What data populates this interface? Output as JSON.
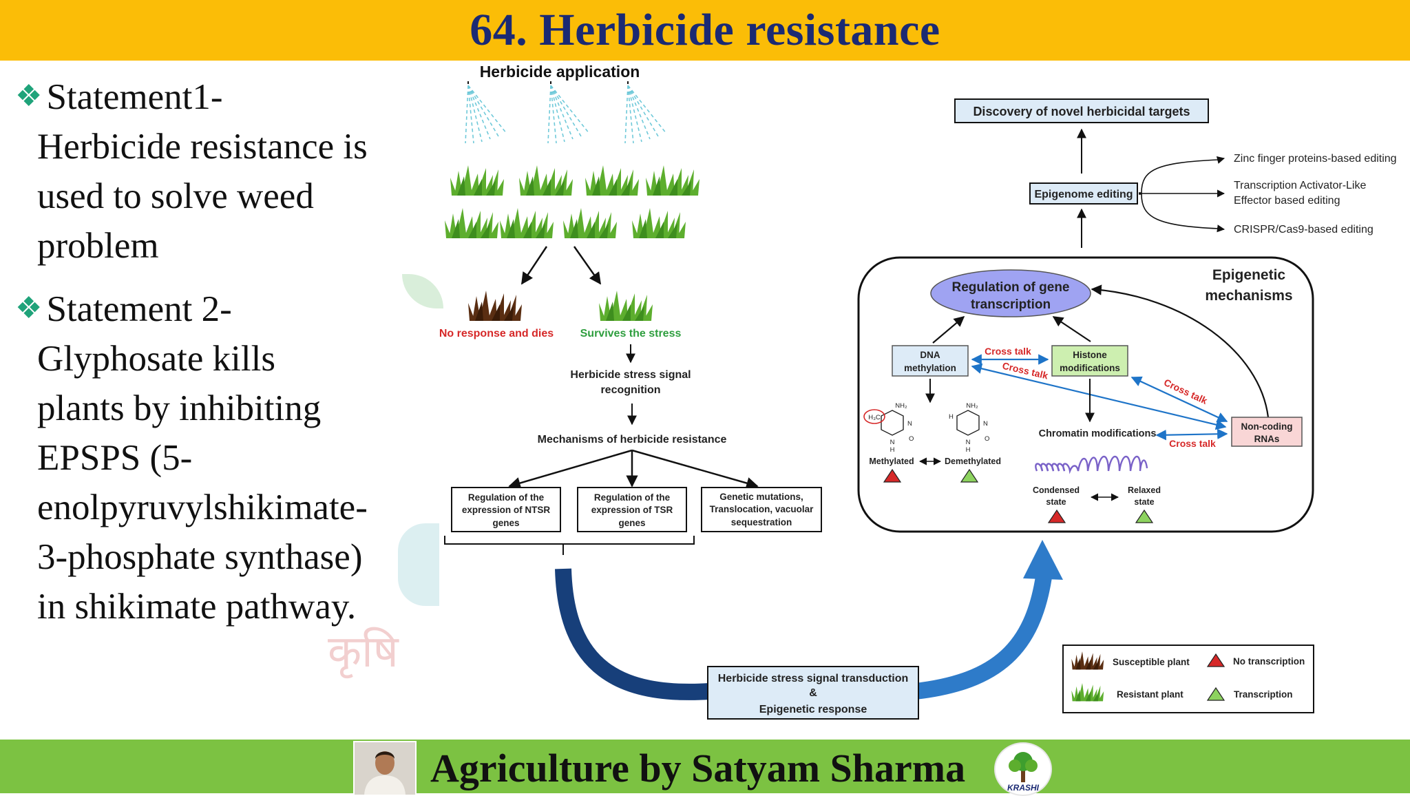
{
  "title": "64. Herbicide resistance",
  "statements": [
    {
      "lines": [
        "Statement1-",
        "Herbicide resistance is",
        "used to solve weed",
        "problem"
      ]
    },
    {
      "lines": [
        "Statement 2-",
        "Glyphosate kills",
        "plants by inhibiting",
        "EPSPS (5-",
        "enolpyruvylshikimate-",
        "3-phosphate synthase)",
        "in shikimate pathway."
      ]
    }
  ],
  "watermark": "कृषि",
  "footer": {
    "text": "Agriculture by Satyam Sharma",
    "logo_text": "KRASHI"
  },
  "diagram": {
    "herbicide_application": "Herbicide application",
    "no_response": "No response and dies",
    "survives": "Survives the stress",
    "signal_recognition": [
      "Herbicide stress signal",
      "recognition"
    ],
    "mechanisms": "Mechanisms of herbicide resistance",
    "box_ntsr": [
      "Regulation of the",
      "expression of NTSR",
      "genes"
    ],
    "box_tsr": [
      "Regulation of the",
      "expression of TSR",
      "genes"
    ],
    "box_genetic": [
      "Genetic mutations,",
      "Translocation, vacuolar",
      "sequestration"
    ],
    "transduction": [
      "Herbicide stress signal transduction",
      "&",
      "Epigenetic response"
    ],
    "discovery": "Discovery of novel herbicidal targets",
    "epigenome_editing": "Epigenome editing",
    "zinc_finger": "Zinc finger proteins-based editing",
    "talen": [
      "Transcription Activator-Like",
      "Effector based editing"
    ],
    "crispr": "CRISPR/Cas9-based editing",
    "epigenetic_mechanisms": [
      "Epigenetic",
      "mechanisms"
    ],
    "regulation_transcription": [
      "Regulation of gene",
      "transcription"
    ],
    "dna_methylation": [
      "DNA",
      "methylation"
    ],
    "histone": [
      "Histone",
      "modifications"
    ],
    "noncoding": [
      "Non-coding",
      "RNAs"
    ],
    "cross_talk": "Cross talk",
    "chromatin": "Chromatin modifications",
    "methylated": "Methylated",
    "demethylated": "Demethylated",
    "condensed": [
      "Condensed",
      "state"
    ],
    "relaxed": [
      "Relaxed",
      "state"
    ],
    "chem_nh2": "NH₂",
    "chem_h3c": "H₃C",
    "chem_n": "N",
    "chem_o": "O",
    "chem_h": "H",
    "legend": {
      "susceptible": "Susceptible plant",
      "resistant": "Resistant plant",
      "no_transcription": "No transcription",
      "transcription": "Transcription"
    }
  },
  "colors": {
    "title_bar": "#FBBD07",
    "title_text": "#1B2A73",
    "footer_bar": "#7CC242",
    "bullet": "#1FA37A",
    "grass": "#5DAE2E",
    "dead_grass": "#5A2E12",
    "red_label": "#D62828",
    "green_label": "#2E9E3E",
    "arc_blue": "#1E5FA8",
    "box_fill": "#DDEBF7",
    "histone_fill": "#CDEFB0",
    "noncoding_fill": "#F9D6D6",
    "ellipse_fill": "#9FA3F2"
  },
  "icons": [
    "statement-bullet-icon",
    "spray-icon",
    "grass-icon",
    "dead-grass-icon",
    "red-triangle-icon",
    "green-triangle-icon",
    "krashi-logo-icon",
    "presenter-avatar"
  ]
}
